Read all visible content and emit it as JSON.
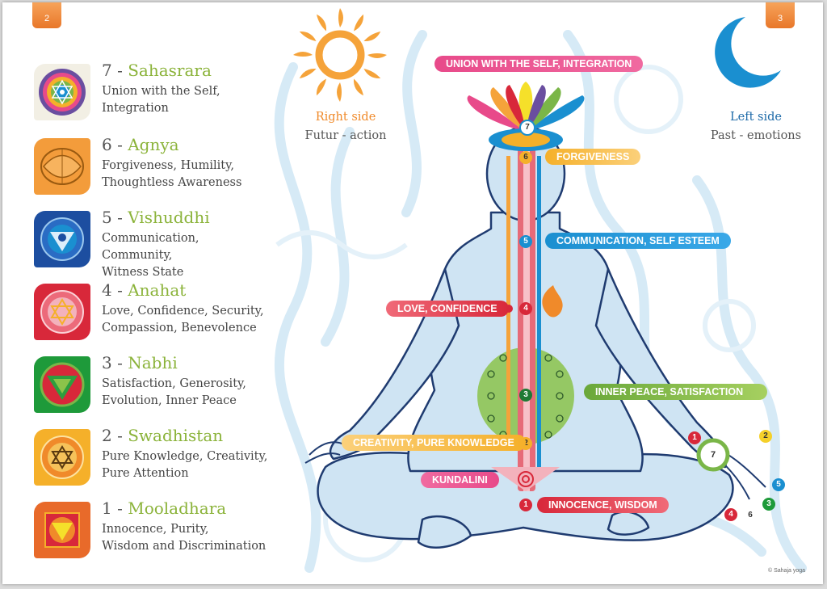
{
  "page_numbers": {
    "left": "2",
    "right": "3"
  },
  "chakras": [
    {
      "number": "7",
      "name": "Sahasrara",
      "desc1": "Union with the Self,",
      "desc2": "Integration"
    },
    {
      "number": "6",
      "name": "Agnya",
      "desc1": "Forgiveness, Humility,",
      "desc2": "Thoughtless Awareness"
    },
    {
      "number": "5",
      "name": "Vishuddhi",
      "desc1": "Communication, Community,",
      "desc2": "Witness State"
    },
    {
      "number": "4",
      "name": "Anahat",
      "desc1": "Love, Confidence, Security,",
      "desc2": "Compassion, Benevolence"
    },
    {
      "number": "3",
      "name": "Nabhi",
      "desc1": "Satisfaction, Generosity,",
      "desc2": "Evolution, Inner Peace"
    },
    {
      "number": "2",
      "name": "Swadhistan",
      "desc1": "Pure Knowledge, Creativity,",
      "desc2": "Pure Attention"
    },
    {
      "number": "1",
      "name": "Mooladhara",
      "desc1": "Innocence, Purity,",
      "desc2": "Wisdom and Discrimination"
    }
  ],
  "sides": {
    "right_title": "Right side",
    "right_sub": "Futur - action",
    "left_title": "Left side",
    "left_sub": "Past - emotions"
  },
  "ribbons": {
    "r7": "UNION WITH THE SELF, INTEGRATION",
    "r6": "FORGIVENESS",
    "r5": "COMMUNICATION, SELF ESTEEM",
    "r4": "LOVE, CONFIDENCE",
    "r3": "INNER PEACE, SATISFACTION",
    "r2": "CREATIVITY, PURE KNOWLEDGE",
    "rk": "KUNDALINI",
    "r1": "INNOCENCE, WISDOM"
  },
  "markers": {
    "m7": "7",
    "m6": "6",
    "m5": "5",
    "m4": "4",
    "m3": "3",
    "m2": "2",
    "m1": "1"
  },
  "hand": {
    "center": "7",
    "f1": "1",
    "f2": "2",
    "f3": "3",
    "f4": "4",
    "f5": "5",
    "f6": "6"
  },
  "copyright": "© Sahaja yoga",
  "colors": {
    "accent_green": "#8bb33a",
    "sahasrara": "#e84a8a",
    "agnya": "#f39c3b",
    "vishuddhi": "#1a8fd0",
    "anahat": "#d8283a",
    "nabhi": "#7ab648",
    "swadhistan": "#f5b02a",
    "mooladhara": "#d8283a"
  }
}
